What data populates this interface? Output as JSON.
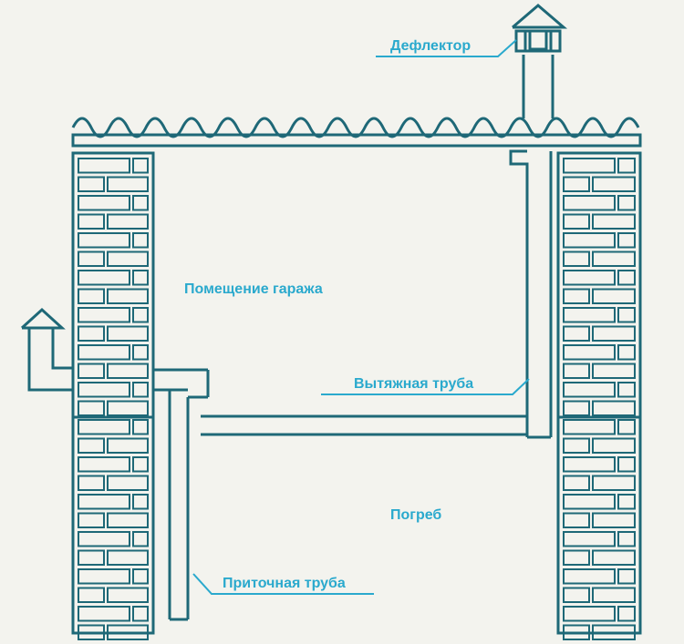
{
  "labels": {
    "deflector": "Дефлектор",
    "garage_room": "Помещение гаража",
    "exhaust_pipe": "Вытяжная труба",
    "cellar": "Погреб",
    "supply_pipe": "Приточная труба"
  },
  "colors": {
    "background": "#f3f3ee",
    "line": "#1e6877",
    "label": "#2aa9cd"
  }
}
